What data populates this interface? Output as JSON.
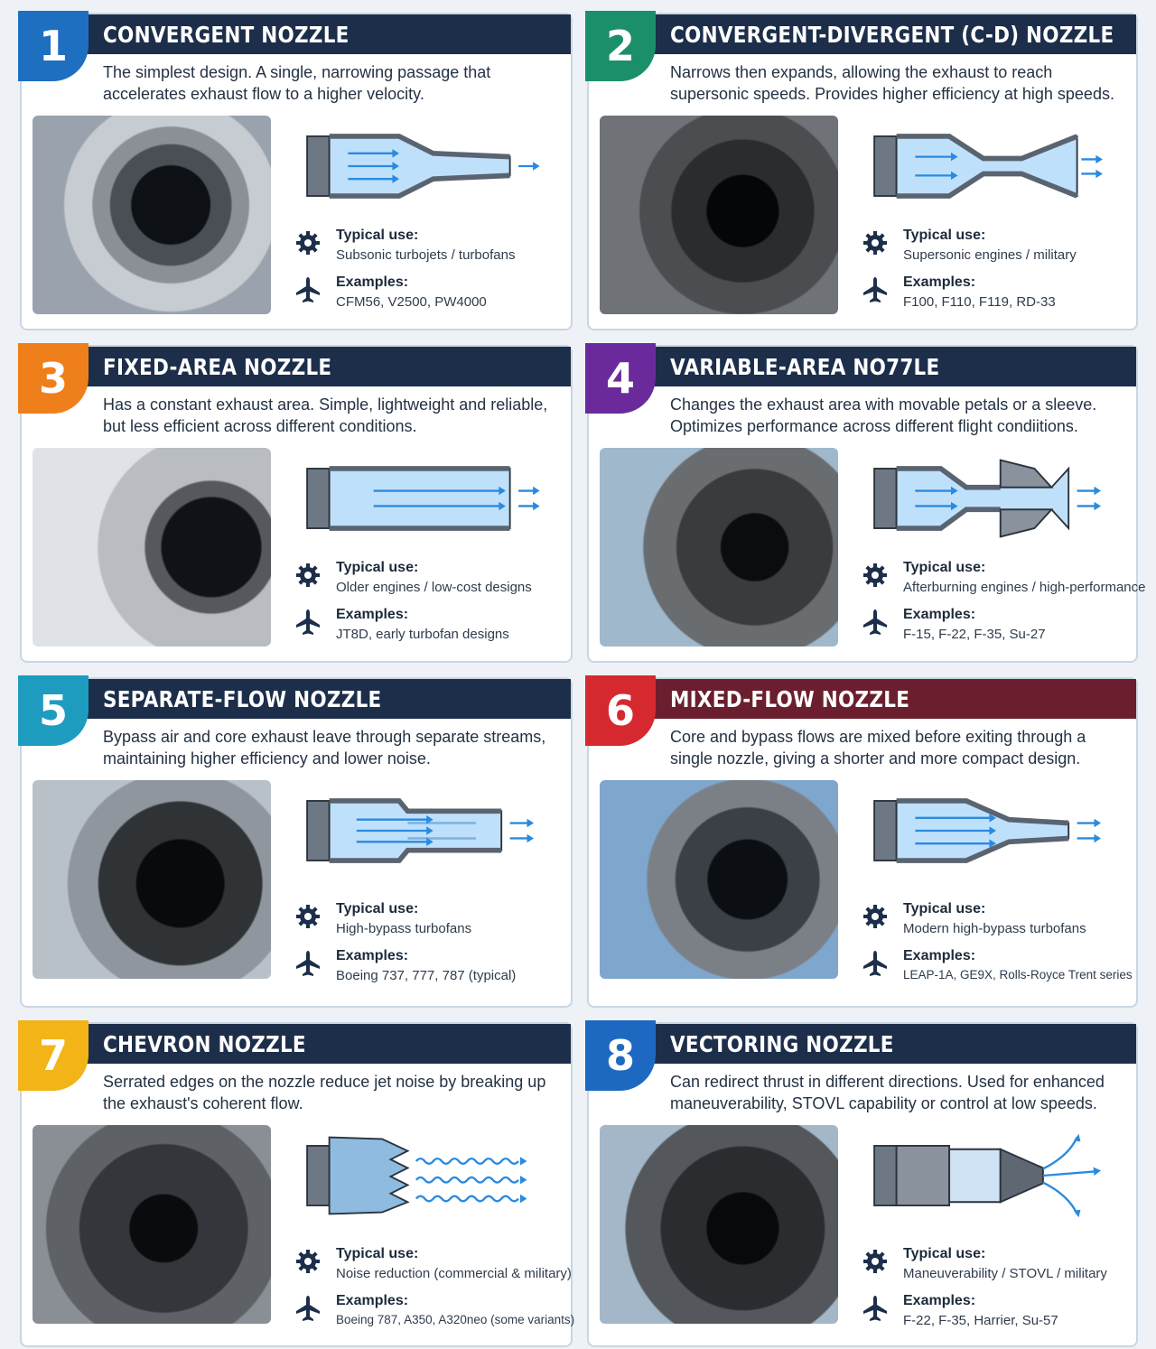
{
  "cards": [
    {
      "num": "1",
      "title": "CONVERGENT NOZZLE",
      "desc": "The simplest design. A single, narrowing passage that accelerates exhaust flow to a higher velocity.",
      "use_label": "Typical use:",
      "use": "Subsonic turbojets / turbofans",
      "ex_label": "Examples:",
      "examples": "CFM56, V2500, PW4000",
      "color": "#1f6fc1"
    },
    {
      "num": "2",
      "title": "CONVERGENT-DIVERGENT (C-D) NOZZLE",
      "desc": "Narrows then expands, allowing the exhaust to reach supersonic speeds. Provides higher efficiency at high speeds.",
      "use_label": "Typical use:",
      "use": "Supersonic engines / military",
      "ex_label": "Examples:",
      "examples": "F100, F110, F119, RD-33",
      "color": "#1b8f6a"
    },
    {
      "num": "3",
      "title": "FIXED-AREA NOZZLE",
      "desc": "Has a constant exhaust area. Simple, lightweight and reliable, but less efficient across different conditions.",
      "use_label": "Typical use:",
      "use": "Older engines / low-cost designs",
      "ex_label": "Examples:",
      "examples": "JT8D, early turbofan designs",
      "color": "#ef7f1a"
    },
    {
      "num": "4",
      "title": "VARIABLE-AREA NO77LE",
      "desc": "Changes the exhaust area with movable petals or a sleeve. Optimizes performance across different flight condiitions.",
      "use_label": "Typical use:",
      "use": "Afterburning engines / high-performance",
      "ex_label": "Examples:",
      "examples": "F-15, F-22, F-35, Su-27",
      "color": "#6a2a9c"
    },
    {
      "num": "5",
      "title": "SEPARATE-FLOW NOZZLE",
      "desc": "Bypass air and core exhaust leave through separate streams, maintaining higher efficiency and lower noise.",
      "use_label": "Typical use:",
      "use": "High-bypass turbofans",
      "ex_label": "Examples:",
      "examples": "Boeing 737, 777, 787 (typical)",
      "color": "#1e9cc0"
    },
    {
      "num": "6",
      "title": "MIXED-FLOW NOZZLE",
      "desc": "Core and bypass flows are mixed before exiting through a single nozzle, giving a shorter and more compact design.",
      "use_label": "Typical use:",
      "use": "Modern high-bypass turbofans",
      "ex_label": "Examples:",
      "examples": "LEAP-1A, GE9X, Rolls-Royce Trent series",
      "color": "#d6282f"
    },
    {
      "num": "7",
      "title": "CHEVRON NOZZLE",
      "desc": "Serrated edges on the nozzle reduce jet noise by breaking up the exhaust's coherent flow.",
      "use_label": "Typical use:",
      "use": "Noise reduction (commercial & military)",
      "ex_label": "Examples:",
      "examples": "Boeing 787, A350, A320neo (some variants)",
      "color": "#f2b417"
    },
    {
      "num": "8",
      "title": "VECTORING NOZZLE",
      "desc": "Can redirect thrust in different directions. Used for enhanced maneuverability, STOVL capability or control at low speeds.",
      "use_label": "Typical use:",
      "use": "Maneuverability / STOVL / military",
      "ex_label": "Examples:",
      "examples": "F-22, F-35, Harrier, Su-57",
      "color": "#1d69c2"
    }
  ],
  "header_colors": [
    "#1c2e4a",
    "#1c2e4a",
    "#1c2e4a",
    "#1c2e4a",
    "#1c2e4a",
    "#6b1f2e",
    "#1c2e4a",
    "#1c2e4a"
  ],
  "icons": {
    "use": "gear-icon",
    "examples": "airplane-icon"
  }
}
